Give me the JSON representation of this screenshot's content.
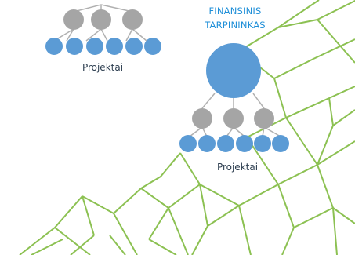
{
  "intermediary": {
    "line1": "FINANSINIS",
    "line2": "TARPININKAS"
  },
  "groups": {
    "left_label": "Projektai",
    "right_label": "Projektai"
  },
  "colors": {
    "root_node": "#5b9bd5",
    "middle_node": "#a5a5a5",
    "leaf_node": "#5b9bd5",
    "connector": "#b0b0b0",
    "background_lines": "#8cc152",
    "title_text": "#1f8fd8",
    "label_text": "#2d3e50"
  }
}
